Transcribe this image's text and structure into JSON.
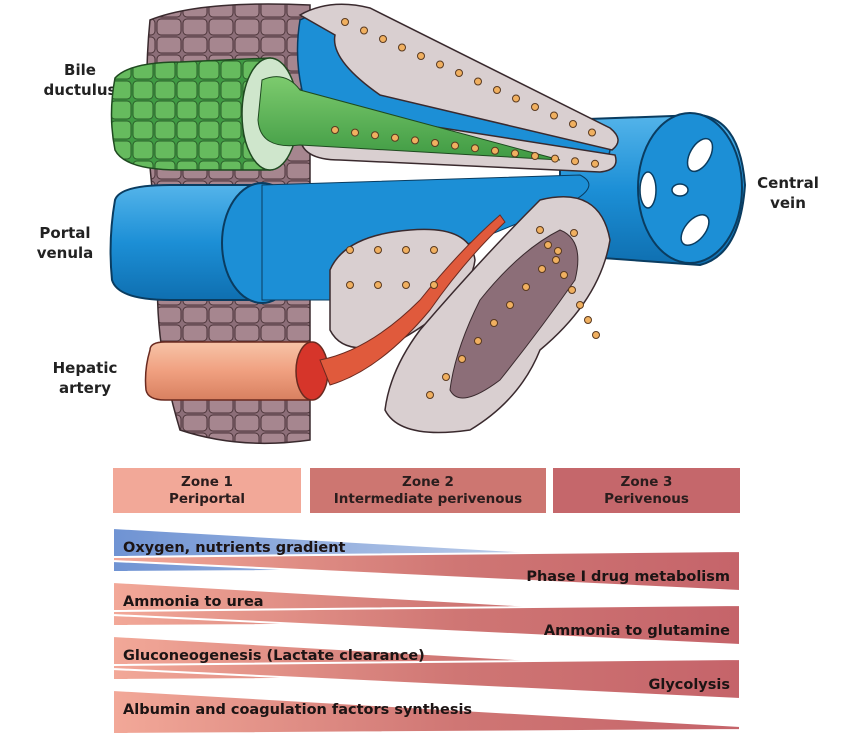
{
  "figure": {
    "title": "Liver lobule zonation",
    "labels": {
      "bile_ductulus": [
        "Bile",
        "ductulus"
      ],
      "portal_venula": [
        "Portal",
        "venula"
      ],
      "hepatic_artery": [
        "Hepatic",
        "artery"
      ],
      "central_vein": [
        "Central",
        "vein"
      ]
    },
    "colors": {
      "vein_blue": "#1c8fd6",
      "vein_blue_dark": "#0f6fb0",
      "bile_green": "#5cb85c",
      "artery_peach": "#f0a080",
      "artery_red": "#d6352a",
      "hepatocyte": "#d9cfd0",
      "hepatocyte_nucleus": "#f0b060",
      "tissue_mauve": "#8c6e78",
      "zone1": "#f2a898",
      "zone2": "#cd7671",
      "zone3": "#c5676b",
      "oxygen_blue": "#6f93d3",
      "band_light": "#f2a898",
      "band_dark": "#c5646a"
    }
  },
  "zones": [
    {
      "name": "Zone 1",
      "desc": "Periportal"
    },
    {
      "name": "Zone 2",
      "desc": "Intermediate perivenous"
    },
    {
      "name": "Zone 3",
      "desc": "Perivenous"
    }
  ],
  "gradients": [
    {
      "label": "Oxygen, nutrients gradient",
      "direction": "decreasing",
      "align": "left",
      "color": "blue"
    },
    {
      "label": "Phase I drug metabolism",
      "direction": "increasing",
      "align": "right",
      "color": "red"
    },
    {
      "label": "Ammonia to urea",
      "direction": "decreasing",
      "align": "left",
      "color": "red"
    },
    {
      "label": "Ammonia to glutamine",
      "direction": "increasing",
      "align": "right",
      "color": "red"
    },
    {
      "label": "Gluconeogenesis (Lactate clearance)",
      "direction": "decreasing",
      "align": "left",
      "color": "red"
    },
    {
      "label": "Glycolysis",
      "direction": "increasing",
      "align": "right",
      "color": "red"
    },
    {
      "label": "Albumin and coagulation factors synthesis",
      "direction": "decreasing",
      "align": "left",
      "color": "red"
    }
  ]
}
